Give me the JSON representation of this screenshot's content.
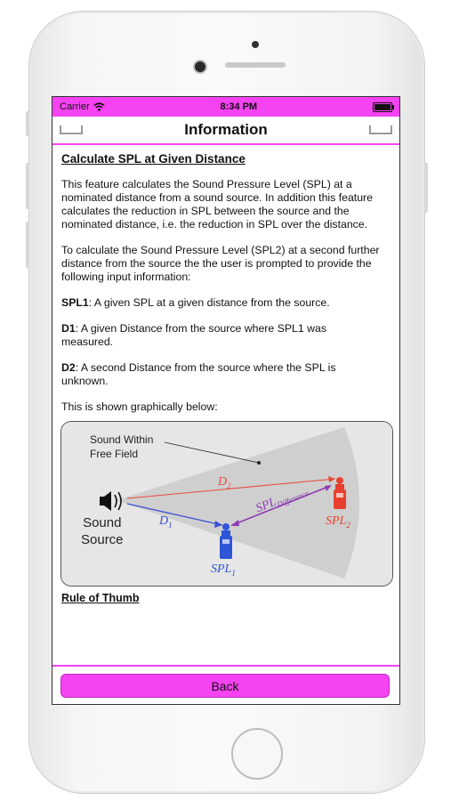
{
  "status_bar": {
    "carrier": "Carrier",
    "time": "8:34 PM"
  },
  "nav": {
    "title": "Information"
  },
  "content": {
    "heading": "Calculate SPL at Given Distance",
    "para1": "This feature calculates the Sound Pressure Level (SPL) at a nominated distance from a sound source. In addition this feature calculates the reduction in SPL between the source and the nominated distance, i.e. the reduction in SPL over the distance.",
    "para2": "To calculate the Sound Pressure Level (SPL2) at a second further distance from the source the the user is prompted to provide the following input information:",
    "spl1_term": "SPL1",
    "spl1_text": ": A given SPL at a given distance from the source.",
    "d1_term": "D1",
    "d1_text": ": A given Distance from the source where SPL1 was measured.",
    "d2_term": "D2",
    "d2_text": ": A second Distance from the source where the SPL is unknown.",
    "graphic_intro": "This is shown graphically below:",
    "rule_of_thumb": "Rule of Thumb"
  },
  "diagram": {
    "free_field_label_1": "Sound Within",
    "free_field_label_2": "Free Field",
    "source_label_1": "Sound",
    "source_label_2": "Source",
    "d2_label": "D",
    "d2_sub": "2",
    "d1_label": "D",
    "d1_sub": "1",
    "spl_diff_label": "SPL",
    "spl_diff_sub": "Difference",
    "spl2_label": "SPL",
    "spl2_sub": "2",
    "spl1_label": "SPL",
    "spl1_sub": "1",
    "colors": {
      "d2_line": "#e74c3c",
      "d1_line": "#3b4fd4",
      "diff_line": "#8e3ab4",
      "meter_red": "#e8402e",
      "meter_blue": "#2e54d8"
    }
  },
  "footer": {
    "back_label": "Back"
  },
  "theme": {
    "accent": "#f542f2"
  }
}
